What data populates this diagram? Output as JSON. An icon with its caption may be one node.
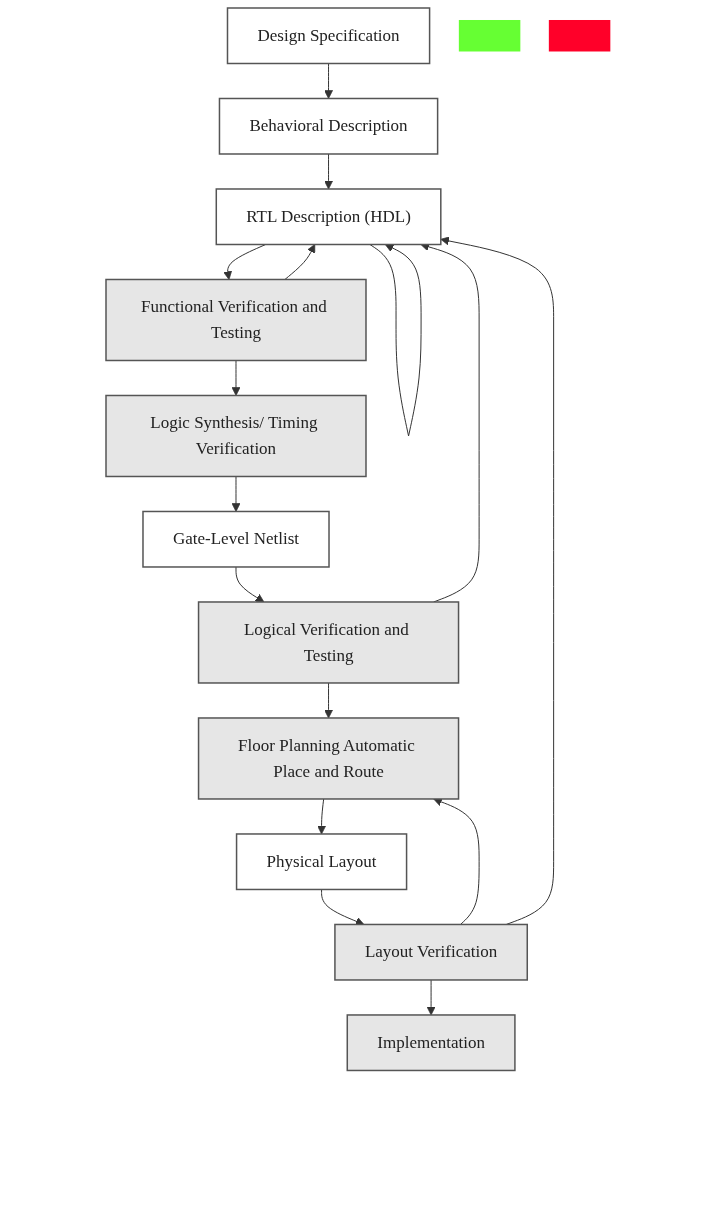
{
  "diagram": {
    "nodes": [
      {
        "text": [
          "Design Specification"
        ]
      },
      {
        "text": [
          "Behavioral Description"
        ]
      },
      {
        "text": [
          "RTL Description (HDL)"
        ]
      },
      {
        "text": [
          "Functional Verification and Testing"
        ]
      },
      {
        "text": [
          "Logic Synthesis/ Timing Verification"
        ]
      },
      {
        "text": [
          "Gate-Level Netlist"
        ]
      },
      {
        "text": [
          "Logical Verification and Testing"
        ]
      },
      {
        "text": [
          "Floor Planning Automatic Place and Route"
        ]
      },
      {
        "text": [
          "Physical Layout"
        ]
      },
      {
        "text": [
          "Layout Verification"
        ]
      },
      {
        "text": [
          "Implementation"
        ]
      },
      {
        "text": [],
        "shape": "bar"
      },
      {
        "text": [],
        "shape": "bar"
      }
    ],
    "edges": [
      {
        "from": 0,
        "to": 1,
        "arrow": "to"
      },
      {
        "from": 1,
        "to": 2,
        "arrow": "to"
      },
      {
        "from": 2,
        "to": 2,
        "arrow": "to"
      },
      {
        "from": 2,
        "to": 3,
        "arrow": "to"
      },
      {
        "from": 3,
        "to": 2,
        "arrow": "to"
      },
      {
        "from": 3,
        "to": 4,
        "arrow": "to"
      },
      {
        "from": 4,
        "to": 5,
        "arrow": "to"
      },
      {
        "from": 5,
        "to": 6,
        "arrow": "to"
      },
      {
        "from": 6,
        "to": 2,
        "arrow": "to"
      },
      {
        "from": 6,
        "to": 7,
        "arrow": "to"
      },
      {
        "from": 7,
        "to": 8,
        "arrow": "to"
      },
      {
        "from": 8,
        "to": 9,
        "arrow": "to"
      },
      {
        "from": 9,
        "to": 7,
        "arrow": "to"
      },
      {
        "from": 9,
        "to": 2,
        "arrow": "to"
      },
      {
        "from": 9,
        "to": 10,
        "arrow": "to"
      }
    ]
  }
}
